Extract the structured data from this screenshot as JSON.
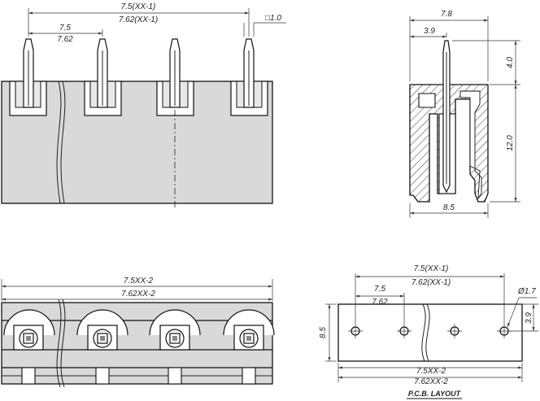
{
  "front_view": {
    "dim_overall_a": "7.5(XX-1)",
    "dim_overall_b": "7.62(XX-1)",
    "dim_pitch_a": "7.5",
    "dim_pitch_b": "7.62",
    "dim_pin": "□1.0"
  },
  "side_view": {
    "dim_width": "7.8",
    "dim_offset": "3.9",
    "dim_pin_top": "4.0",
    "dim_body_height": "12.0",
    "dim_base": "8.5"
  },
  "bottom_view": {
    "dim_overall_a": "7.5XX-2",
    "dim_overall_b": "7.62XX-2"
  },
  "pcb_layout": {
    "dim_overall_a": "7.5(XX-1)",
    "dim_overall_b": "7.62(XX-1)",
    "dim_pitch_a": "7.5",
    "dim_pitch_b": "7.62",
    "dim_hole": "Ø1.7",
    "dim_height": "8.5",
    "dim_offset": "3.9",
    "dim_width_a": "7.5XX-2",
    "dim_width_b": "7.62XX-2",
    "title": "P.C.B. LAYOUT"
  }
}
